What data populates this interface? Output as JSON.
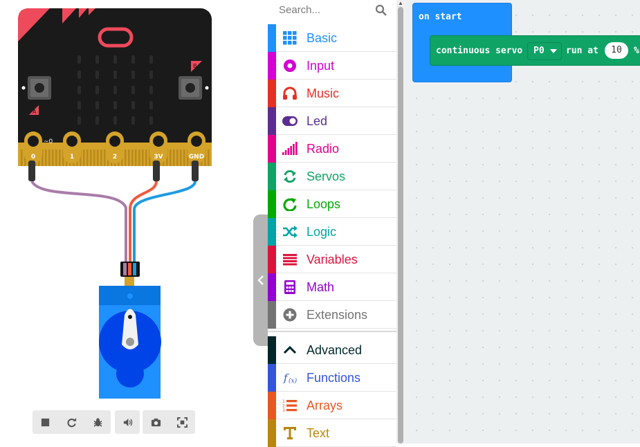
{
  "simulator": {
    "pins": [
      "0",
      "1",
      "2",
      "3V",
      "GND"
    ],
    "pin0_extra": "~0",
    "button_a": "A",
    "button_b": "B",
    "toolbar": [
      {
        "name": "stop",
        "icon": "stop-icon"
      },
      {
        "name": "restart",
        "icon": "restart-icon"
      },
      {
        "name": "debug",
        "icon": "bug-icon"
      },
      {
        "name": "mute",
        "icon": "speaker-icon"
      },
      {
        "name": "screenshot",
        "icon": "camera-icon"
      },
      {
        "name": "fullscreen",
        "icon": "fullscreen-icon"
      }
    ]
  },
  "toolbox": {
    "search_placeholder": "Search...",
    "categories": [
      {
        "label": "Basic",
        "color": "#1e90ff",
        "icon": "grid-icon"
      },
      {
        "label": "Input",
        "color": "#d400d4",
        "icon": "radio-dot-icon"
      },
      {
        "label": "Music",
        "color": "#e63022",
        "icon": "headphones-icon"
      },
      {
        "label": "Led",
        "color": "#5c2d91",
        "icon": "toggle-icon"
      },
      {
        "label": "Radio",
        "color": "#e3008c",
        "icon": "signal-bars-icon"
      },
      {
        "label": "Servos",
        "color": "#0fa366",
        "icon": "refresh-icon"
      },
      {
        "label": "Loops",
        "color": "#00aa00",
        "icon": "loop-icon"
      },
      {
        "label": "Logic",
        "color": "#00a4a6",
        "icon": "shuffle-icon"
      },
      {
        "label": "Variables",
        "color": "#dc143c",
        "icon": "list-lines-icon"
      },
      {
        "label": "Math",
        "color": "#9400d3",
        "icon": "calculator-icon"
      },
      {
        "label": "Extensions",
        "color": "#737373",
        "icon": "plus-circle-icon"
      },
      {
        "label": "Advanced",
        "color": "#00272b",
        "icon": "chevron-up-icon"
      },
      {
        "label": "Functions",
        "color": "#3455db",
        "icon": "function-icon"
      },
      {
        "label": "Arrays",
        "color": "#e65722",
        "icon": "numbered-list-icon"
      },
      {
        "label": "Text",
        "color": "#b8860b",
        "icon": "text-icon"
      }
    ]
  },
  "workspace": {
    "on_start_label": "on start",
    "servo_block": {
      "label": "continuous servo",
      "pin": "P0",
      "run_at": "run at",
      "value": "10",
      "unit": "%"
    }
  }
}
